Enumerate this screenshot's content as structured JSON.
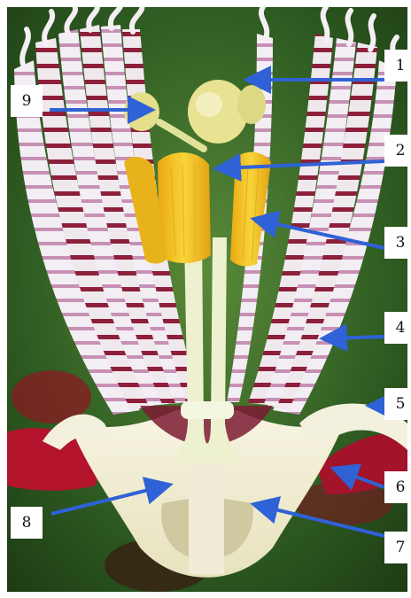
{
  "diagram": {
    "subject": "passion-flower longitudinal section",
    "colors": {
      "background": "#2e5d22",
      "filament_white": "#efe9ee",
      "filament_band": "#8e1f3b",
      "anther_yellow": "#f2c21b",
      "stigma_yellow": "#e3df8a",
      "petal_red": "#b3142c",
      "receptacle_cream": "#f1eed3",
      "arrow_blue": "#2f62d6"
    },
    "labels": [
      "1",
      "2",
      "3",
      "4",
      "5",
      "6",
      "7",
      "8",
      "9"
    ]
  }
}
